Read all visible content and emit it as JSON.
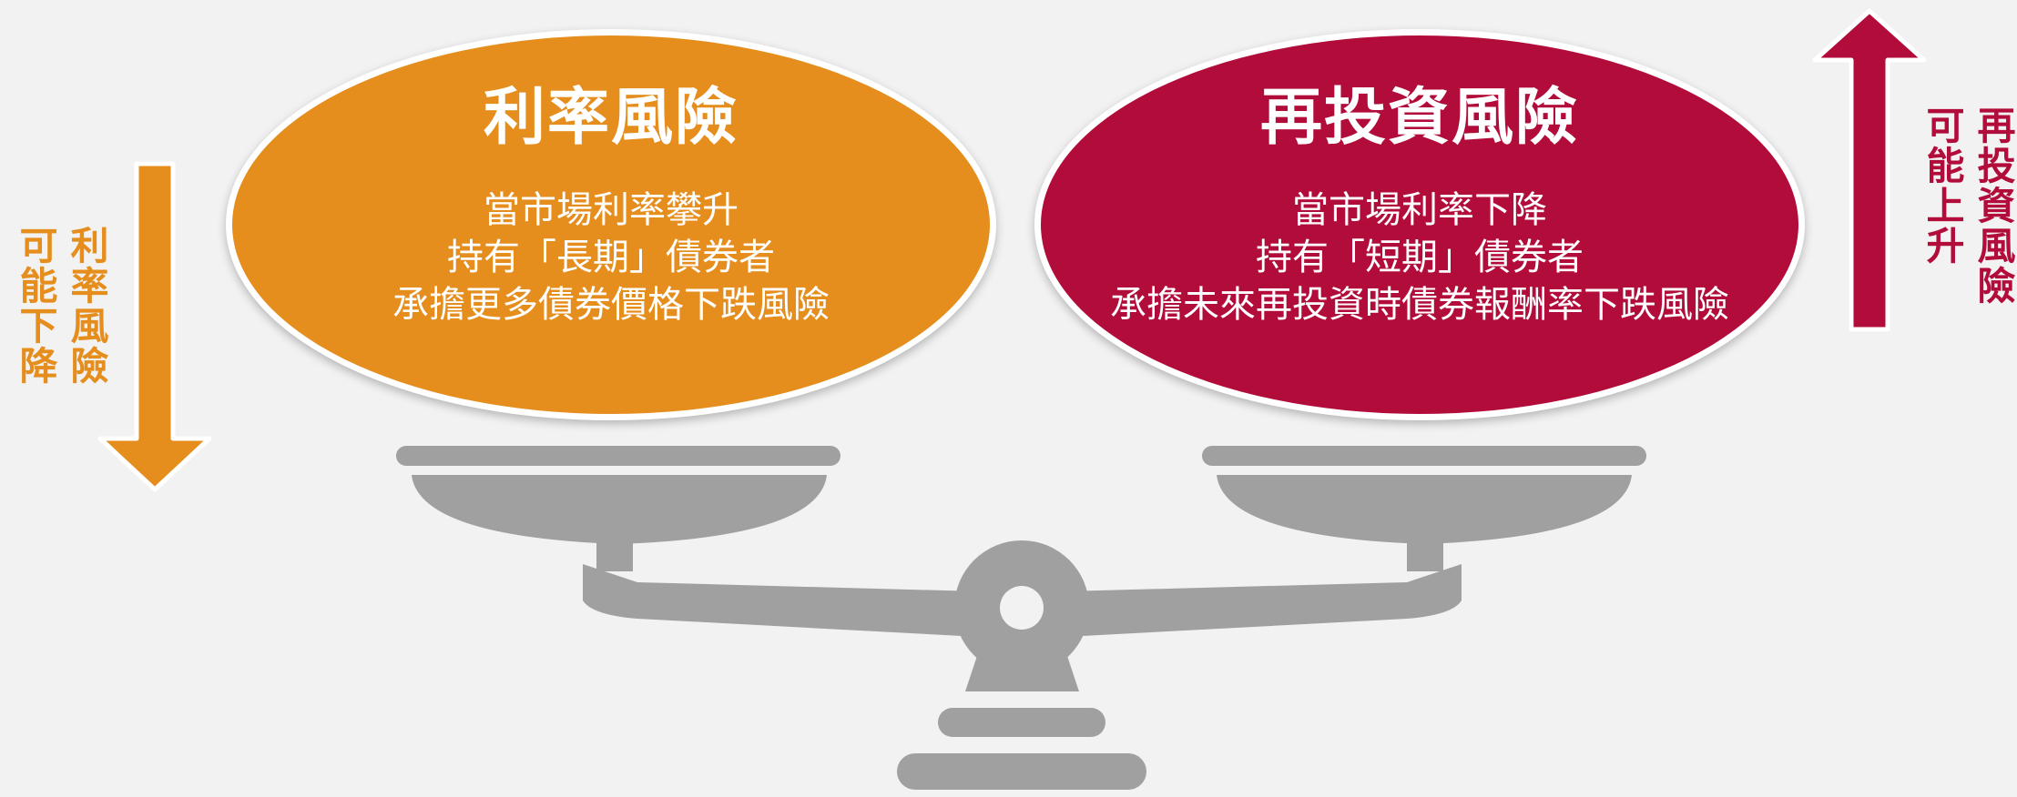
{
  "colors": {
    "left_accent": "#e58e1d",
    "right_accent": "#b20c3a",
    "scale_gray": "#a0a0a0",
    "background": "#f2f2f2"
  },
  "left": {
    "title": "利率風險",
    "lines": [
      "當市場利率攀升",
      "持有「長期」債券者",
      "承擔更多債券價格下跌風險"
    ],
    "side_label_1": "利率風險",
    "side_label_2": "可能下降",
    "arrow_icon": "arrow-down-icon"
  },
  "right": {
    "title": "再投資風險",
    "lines": [
      "當市場利率下降",
      "持有「短期」債券者",
      "承擔未來再投資時債券報酬率下跌風險"
    ],
    "side_label_1": "再投資風險",
    "side_label_2": "可能上升",
    "arrow_icon": "arrow-up-icon"
  },
  "scale_icon": "balance-scale-icon"
}
